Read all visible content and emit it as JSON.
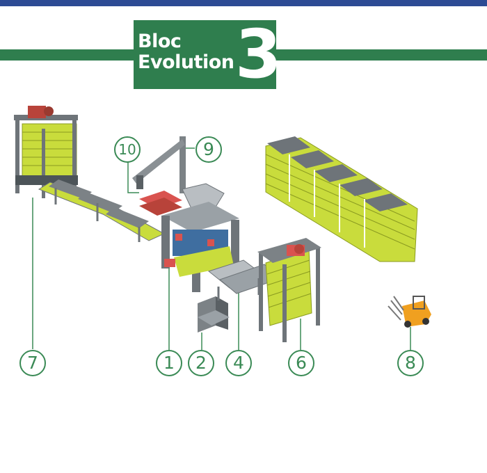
{
  "title": {
    "line1": "Bloc",
    "line2": "Evolution",
    "number": "3"
  },
  "colors": {
    "brand_green": "#2f7e4e",
    "callout_green": "#3a8a55",
    "top_strip": "#2d4b94",
    "equipment_yellow": "#c9dc3c",
    "equipment_grey": "#6e7479",
    "pallet_red": "#d9534f",
    "forklift_orange": "#f0a020"
  },
  "callouts": [
    "1",
    "2",
    "4",
    "6",
    "7",
    "8",
    "9",
    "10"
  ]
}
